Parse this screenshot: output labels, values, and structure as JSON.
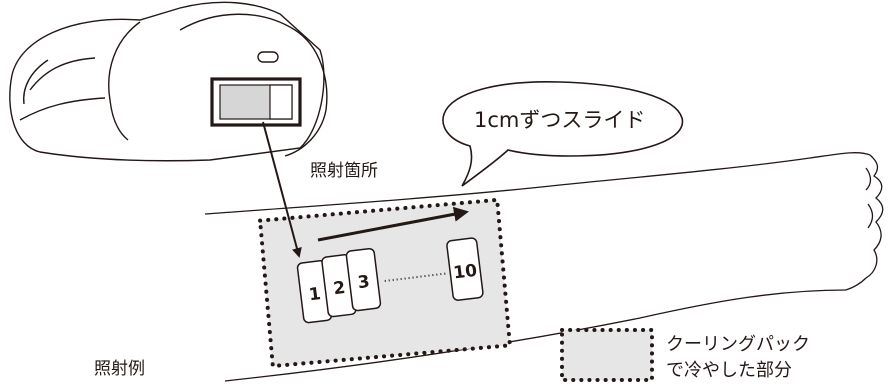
{
  "labels": {
    "speech": "1cmずつスライド",
    "irradiation_spot": "照射箇所",
    "example": "照射例",
    "legend_line1": "クーリングパック",
    "legend_line2": "で冷やした部分"
  },
  "pad_numbers": [
    "1",
    "2",
    "3",
    "10"
  ],
  "colors": {
    "stroke": "#231815",
    "cooled_fill": "#e6e6e6",
    "window_fill": "#d6d6d6",
    "background": "#ffffff"
  },
  "icons": {
    "device": "handheld-ipl-device",
    "arm": "forearm-outline",
    "slide_arrow": "arrow-right",
    "pointer_arrow": "arrow-down"
  }
}
